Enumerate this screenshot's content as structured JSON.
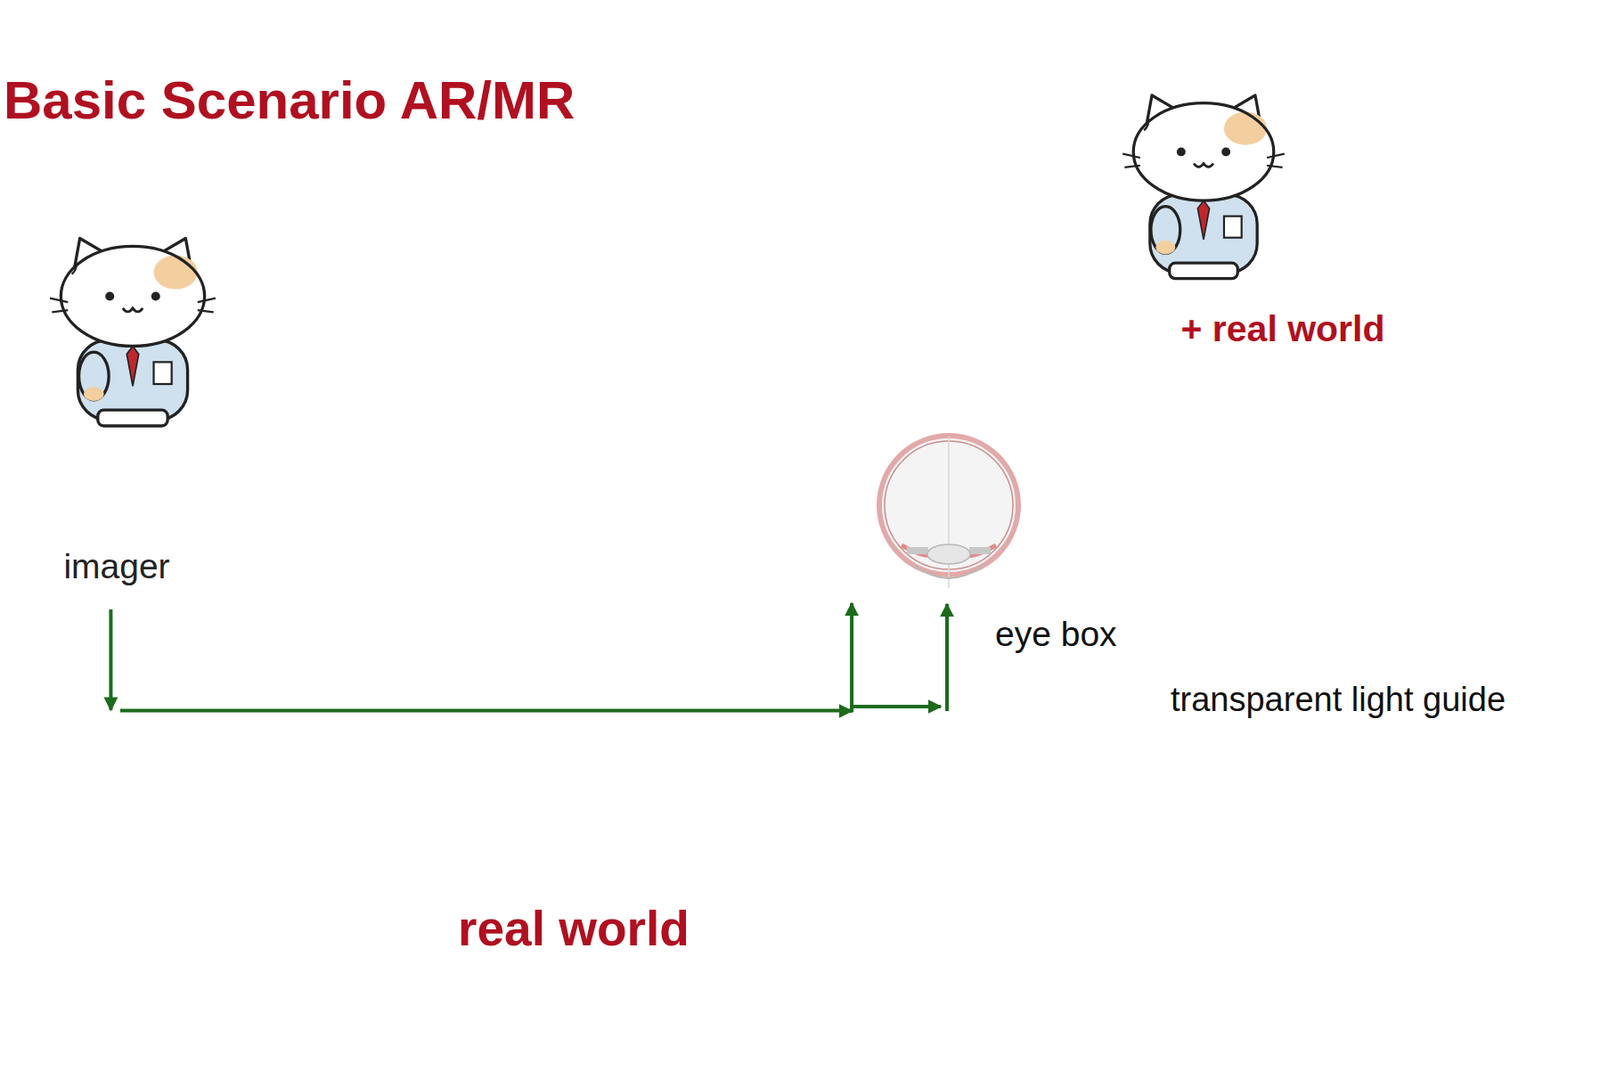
{
  "diagram": {
    "title": "Basic Scenario AR/MR",
    "nodes": [
      {
        "text": [
          "+ real world"
        ]
      },
      {
        "text": [
          "imager"
        ]
      },
      {
        "text": [
          "eye box"
        ]
      },
      {
        "text": [
          "transparent light guide"
        ]
      },
      {
        "text": [
          "real world"
        ]
      }
    ],
    "edges": [
      {
        "from": 1,
        "to": 3,
        "arrow": "to"
      },
      {
        "from": 3,
        "to": 2,
        "arrow": "to"
      }
    ]
  }
}
